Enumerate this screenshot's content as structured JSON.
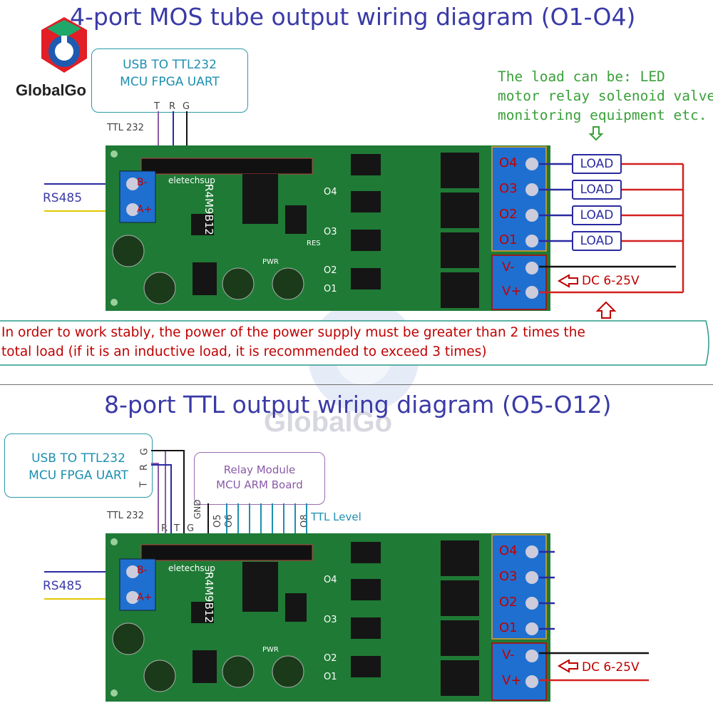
{
  "top": {
    "title": "4-port MOS tube output wiring diagram (O1-O4)",
    "usb_box": [
      "USB TO TTL232",
      "MCU FPGA UART"
    ],
    "trg": [
      "T",
      "R",
      "G"
    ],
    "ttl232": "TTL 232",
    "rs485": "RS485",
    "load_note": [
      "The load can be: LED",
      "motor relay solenoid valve",
      "monitoring equipment etc."
    ],
    "load_labels": [
      "LOAD",
      "LOAD",
      "LOAD",
      "LOAD"
    ],
    "dc": "DC 6-25V",
    "warning": [
      "In order to work stably, the power of the power supply must be greater than 2 times the",
      "total load (if it is an inductive load, it is recommended to exceed 3 times)"
    ]
  },
  "bottom": {
    "title": "8-port TTL output wiring diagram (O5-O12)",
    "usb_box": [
      "USB TO TTL232",
      "MCU FPGA UART"
    ],
    "trg_side": [
      "G",
      "R",
      "T"
    ],
    "trg": [
      "R",
      "T",
      "G"
    ],
    "ttl232": "TTL 232",
    "rs485": "RS485",
    "relay_box": [
      "Relay Module",
      "MCU ARM Board"
    ],
    "gnd": "GND",
    "o5": "O5",
    "o6": "O6",
    "o8": "O8",
    "ttl_level": "TTL Level",
    "dc": "DC 6-25V"
  },
  "board": {
    "brand": "eletechsup",
    "model": "R4M9B12",
    "outputs": [
      "O4",
      "O3",
      "O2",
      "O1"
    ],
    "terminals": [
      "O4",
      "O3",
      "O2",
      "O1"
    ],
    "power_terminals": [
      "V-",
      "V+"
    ],
    "rs485_terminals": [
      "B-",
      "A+"
    ],
    "pwr": "PWR",
    "res": "RES"
  },
  "logo": {
    "name": "GlobalGo",
    "watermark": "GlobalGo"
  },
  "colors": {
    "title": "#3a3aa8",
    "pcb": "#1f7a35",
    "terminal": "#1f6fd0",
    "warning": "#c00000",
    "note": "#3aa03a",
    "wire_red": "#d42020",
    "wire_blue": "#2a2aa0"
  }
}
